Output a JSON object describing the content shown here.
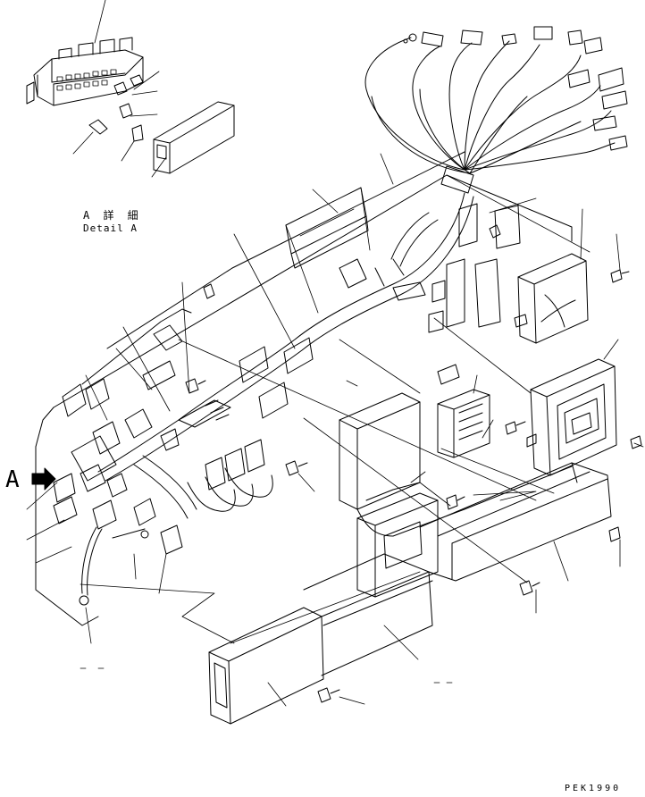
{
  "labels": {
    "detail_jp": "A 詳 細",
    "detail_en": "Detail A",
    "view_marker": "A",
    "drawing_code": "PEK1990"
  }
}
